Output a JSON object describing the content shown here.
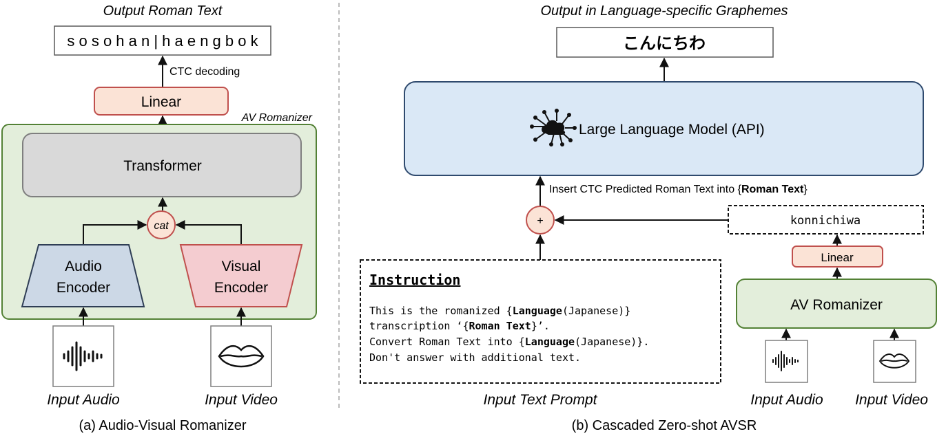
{
  "panel_a": {
    "output_title": "Output Roman Text",
    "output_text": "s o s o h a n | h a e n g b o k",
    "ctc_label": "CTC decoding",
    "linear_label": "Linear",
    "romanizer_label": "AV Romanizer",
    "transformer_label": "Transformer",
    "cat_label": "cat",
    "audio_encoder_line1": "Audio",
    "audio_encoder_line2": "Encoder",
    "visual_encoder_line1": "Visual",
    "visual_encoder_line2": "Encoder",
    "input_audio_label": "Input Audio",
    "input_video_label": "Input Video",
    "caption": "(a) Audio-Visual Romanizer"
  },
  "panel_b": {
    "output_title": "Output in Language-specific Graphemes",
    "output_text": "こんにちわ",
    "llm_label": "Large Language Model (API)",
    "insert_prefix": "Insert CTC Predicted Roman Text into {",
    "insert_bold": "Roman Text",
    "insert_suffix": "}",
    "plus_label": "+",
    "romanized_text": "konnichiwa",
    "linear_label": "Linear",
    "romanizer_label": "AV Romanizer",
    "instruction_title": "Instruction",
    "instruction_line1_a": "This is the romanized {",
    "instruction_line1_b": "Language",
    "instruction_line1_c": "(Japanese)}",
    "instruction_line2_a": "transcription ‘{",
    "instruction_line2_b": "Roman Text",
    "instruction_line2_c": "}’.",
    "instruction_line3_a": "Convert Roman Text into {",
    "instruction_line3_b": "Language",
    "instruction_line3_c": "(Japanese)}.",
    "instruction_line4": "Don't answer with additional text.",
    "prompt_label": "Input Text Prompt",
    "input_audio_label": "Input Audio",
    "input_video_label": "Input Video",
    "caption": "(b) Cascaded Zero-shot AVSR"
  },
  "icons": {
    "audio": "audio-waveform-icon",
    "video": "lips-icon",
    "llm": "cloud-network-icon"
  },
  "colors": {
    "linear_fill": "#fbe3d6",
    "linear_stroke": "#c0504d",
    "romanizer_fill": "#e3eedb",
    "romanizer_stroke": "#538135",
    "transformer_fill": "#d9d9d9",
    "transformer_stroke": "#7f7f7f",
    "audio_enc_fill": "#ccd8e6",
    "audio_enc_stroke": "#2f3e55",
    "visual_enc_fill": "#f4ccd0",
    "visual_enc_stroke": "#c0504d",
    "llm_fill": "#dae8f6",
    "llm_stroke": "#2f4a6e",
    "divider": "#a6a6a6"
  }
}
